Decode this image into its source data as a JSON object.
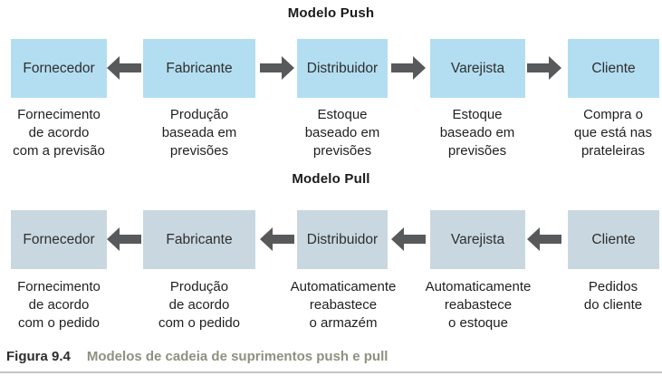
{
  "figure": {
    "caption_label": "Figura 9.4",
    "caption_text": "Modelos de cadeia de suprimentos push e pull"
  },
  "colors": {
    "push_box_fill": "#b3def1",
    "pull_box_fill": "#c9d8e0",
    "arrow": "#58595b",
    "caption_accent": "#8e9080"
  },
  "push": {
    "title": "Modelo Push",
    "nodes": [
      {
        "label": "Fornecedor",
        "note": "Fornecimento\nde acordo\ncom a previsão"
      },
      {
        "label": "Fabricante",
        "note": "Produção\nbaseada em\nprevisões"
      },
      {
        "label": "Distribuidor",
        "note": "Estoque\nbaseado em\nprevisões"
      },
      {
        "label": "Varejista",
        "note": "Estoque\nbaseado em\nprevisões"
      },
      {
        "label": "Cliente",
        "note": "Compra o\nque está nas\nprateleiras"
      }
    ],
    "arrow_directions": [
      "left",
      "right",
      "right",
      "right"
    ]
  },
  "pull": {
    "title": "Modelo Pull",
    "nodes": [
      {
        "label": "Fornecedor",
        "note": "Fornecimento\nde acordo\ncom o pedido"
      },
      {
        "label": "Fabricante",
        "note": "Produção\nde acordo\ncom o pedido"
      },
      {
        "label": "Distribuidor",
        "note": "Automaticamente\nreabastece\no armazém"
      },
      {
        "label": "Varejista",
        "note": "Automaticamente\nreabastece\no estoque"
      },
      {
        "label": "Cliente",
        "note": "Pedidos\ndo cliente"
      }
    ],
    "arrow_directions": [
      "left",
      "left",
      "left",
      "left"
    ]
  }
}
